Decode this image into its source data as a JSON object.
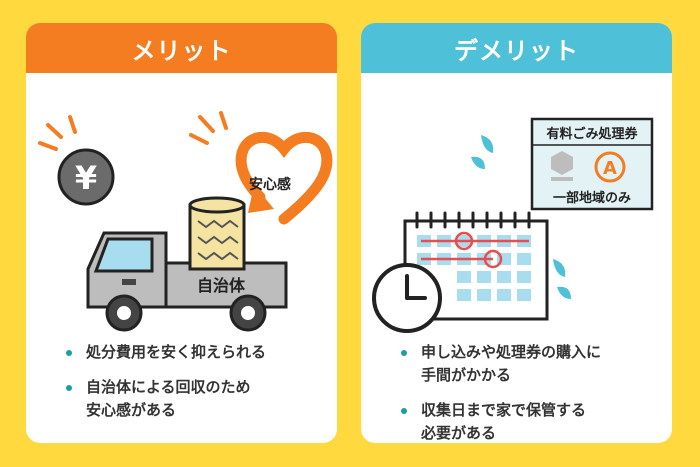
{
  "merit": {
    "title": "メリット",
    "yen_symbol": "¥",
    "heart_label": "安心感",
    "truck_label": "自治体",
    "bullets": [
      "処分費用を安く抑えられる",
      "自治体による回収のため\n安心感がある"
    ]
  },
  "demerit": {
    "title": "デメリット",
    "ticket_title": "有料ごみ処理券",
    "ticket_mark": "A",
    "ticket_note": "一部地域のみ",
    "bullets": [
      "申し込みや処理券の購入に\n手間がかかる",
      "収集日まで家で保管する\n必要がある"
    ]
  },
  "colors": {
    "background": "#FFD93D",
    "merit_accent": "#F47C21",
    "demerit_accent": "#4EC0D8",
    "bullet_dot": "#17A1A1"
  }
}
